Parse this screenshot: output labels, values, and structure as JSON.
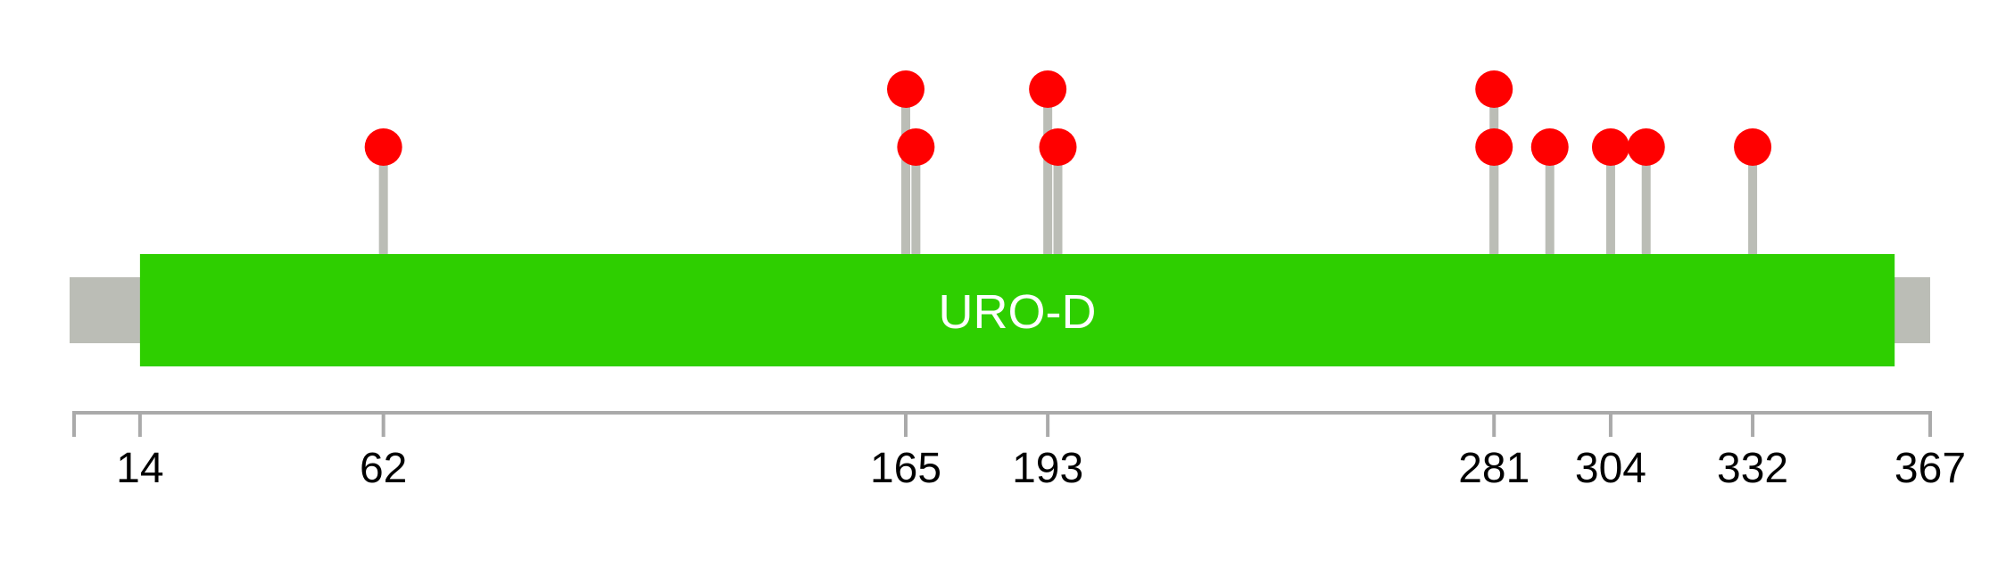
{
  "chart_data": {
    "type": "lollipop",
    "protein_range": [
      1,
      367
    ],
    "domains": [
      {
        "name": "URO-D",
        "start": 14,
        "end": 360,
        "color": "#2ecf00"
      }
    ],
    "backbone_color": "#bbbdb6",
    "axis_ticks": [
      1,
      14,
      62,
      165,
      193,
      281,
      304,
      332,
      367
    ],
    "axis_tick_labels": [
      "",
      "14",
      "62",
      "165",
      "193",
      "281",
      "304",
      "332",
      "367"
    ],
    "lollipops": [
      {
        "position": 62,
        "count": 1
      },
      {
        "position": 165,
        "count": 2
      },
      {
        "position": 167,
        "count": 1
      },
      {
        "position": 193,
        "count": 2
      },
      {
        "position": 195,
        "count": 1
      },
      {
        "position": 281,
        "count": 2
      },
      {
        "position": 281,
        "count": 1
      },
      {
        "position": 292,
        "count": 1
      },
      {
        "position": 304,
        "count": 1
      },
      {
        "position": 311,
        "count": 1
      },
      {
        "position": 332,
        "count": 1
      }
    ],
    "marker_color": "#ff0000",
    "stem_color": "#bbbdb6",
    "axis_color": "#aaaaaa"
  }
}
